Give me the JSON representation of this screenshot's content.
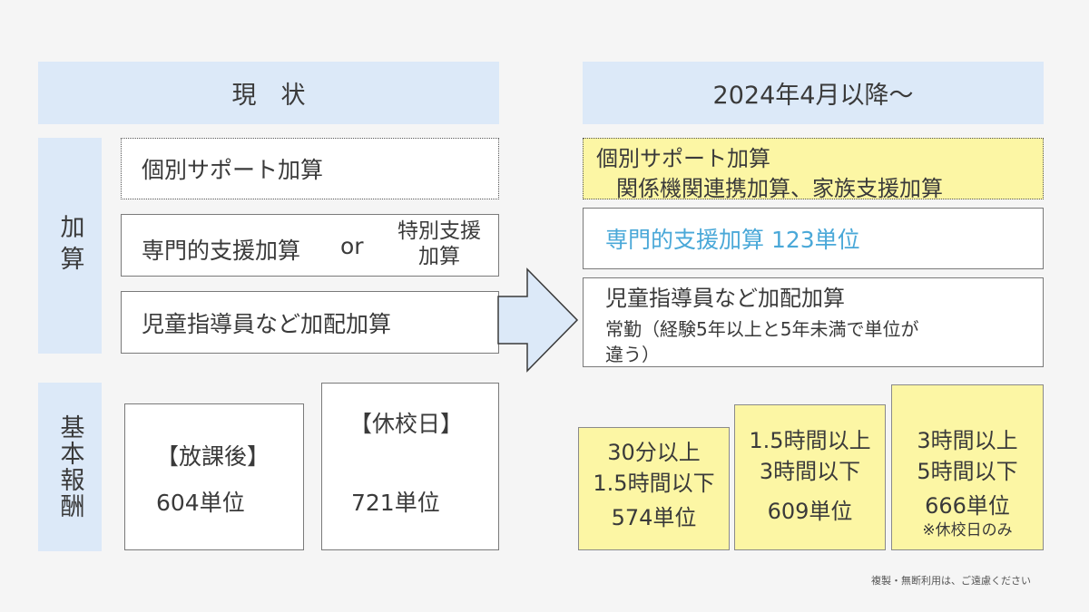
{
  "headers": {
    "current": "現　状",
    "future": "2024年4月以降～"
  },
  "left": {
    "kasan_label": "加算",
    "items": {
      "kobetsu": "個別サポート加算",
      "senmon": "専門的支援加算",
      "or": "or",
      "tokubetsu_line1": "特別支援",
      "tokubetsu_line2": "加算",
      "jido": "児童指導員など加配加算"
    },
    "kihon_label": "基本報酬",
    "houkago_title": "【放課後】",
    "houkago_value": "604単位",
    "kyukobi_title": "【休校日】",
    "kyukobi_value": "721単位"
  },
  "right": {
    "kobetsu_line1": "個別サポート加算",
    "kobetsu_line2": "関係機関連携加算、家族支援加算",
    "senmon": "専門的支援加算 123単位",
    "jido_line1": "児童指導員など加配加算",
    "jido_line2": "常勤（経験5年以上と5年未満で単位が",
    "jido_line3": "違う）",
    "tiers": [
      {
        "line1": "30分以上",
        "line2": "1.5時間以下",
        "line3": "574単位",
        "note": ""
      },
      {
        "line1": "1.5時間以上",
        "line2": "3時間以下",
        "line3": "609単位",
        "note": ""
      },
      {
        "line1": "3時間以上",
        "line2": "5時間以下",
        "line3": "666単位",
        "note": "※休校日のみ"
      }
    ]
  },
  "footer": {
    "copyright": "複製・無断利用は、ご遠慮ください"
  },
  "colors": {
    "header_bg": "#dce9f8",
    "highlight_yellow": "#fcf6a4",
    "accent_blue": "#4aa8d8",
    "arrow_fill": "#dce9f8"
  }
}
